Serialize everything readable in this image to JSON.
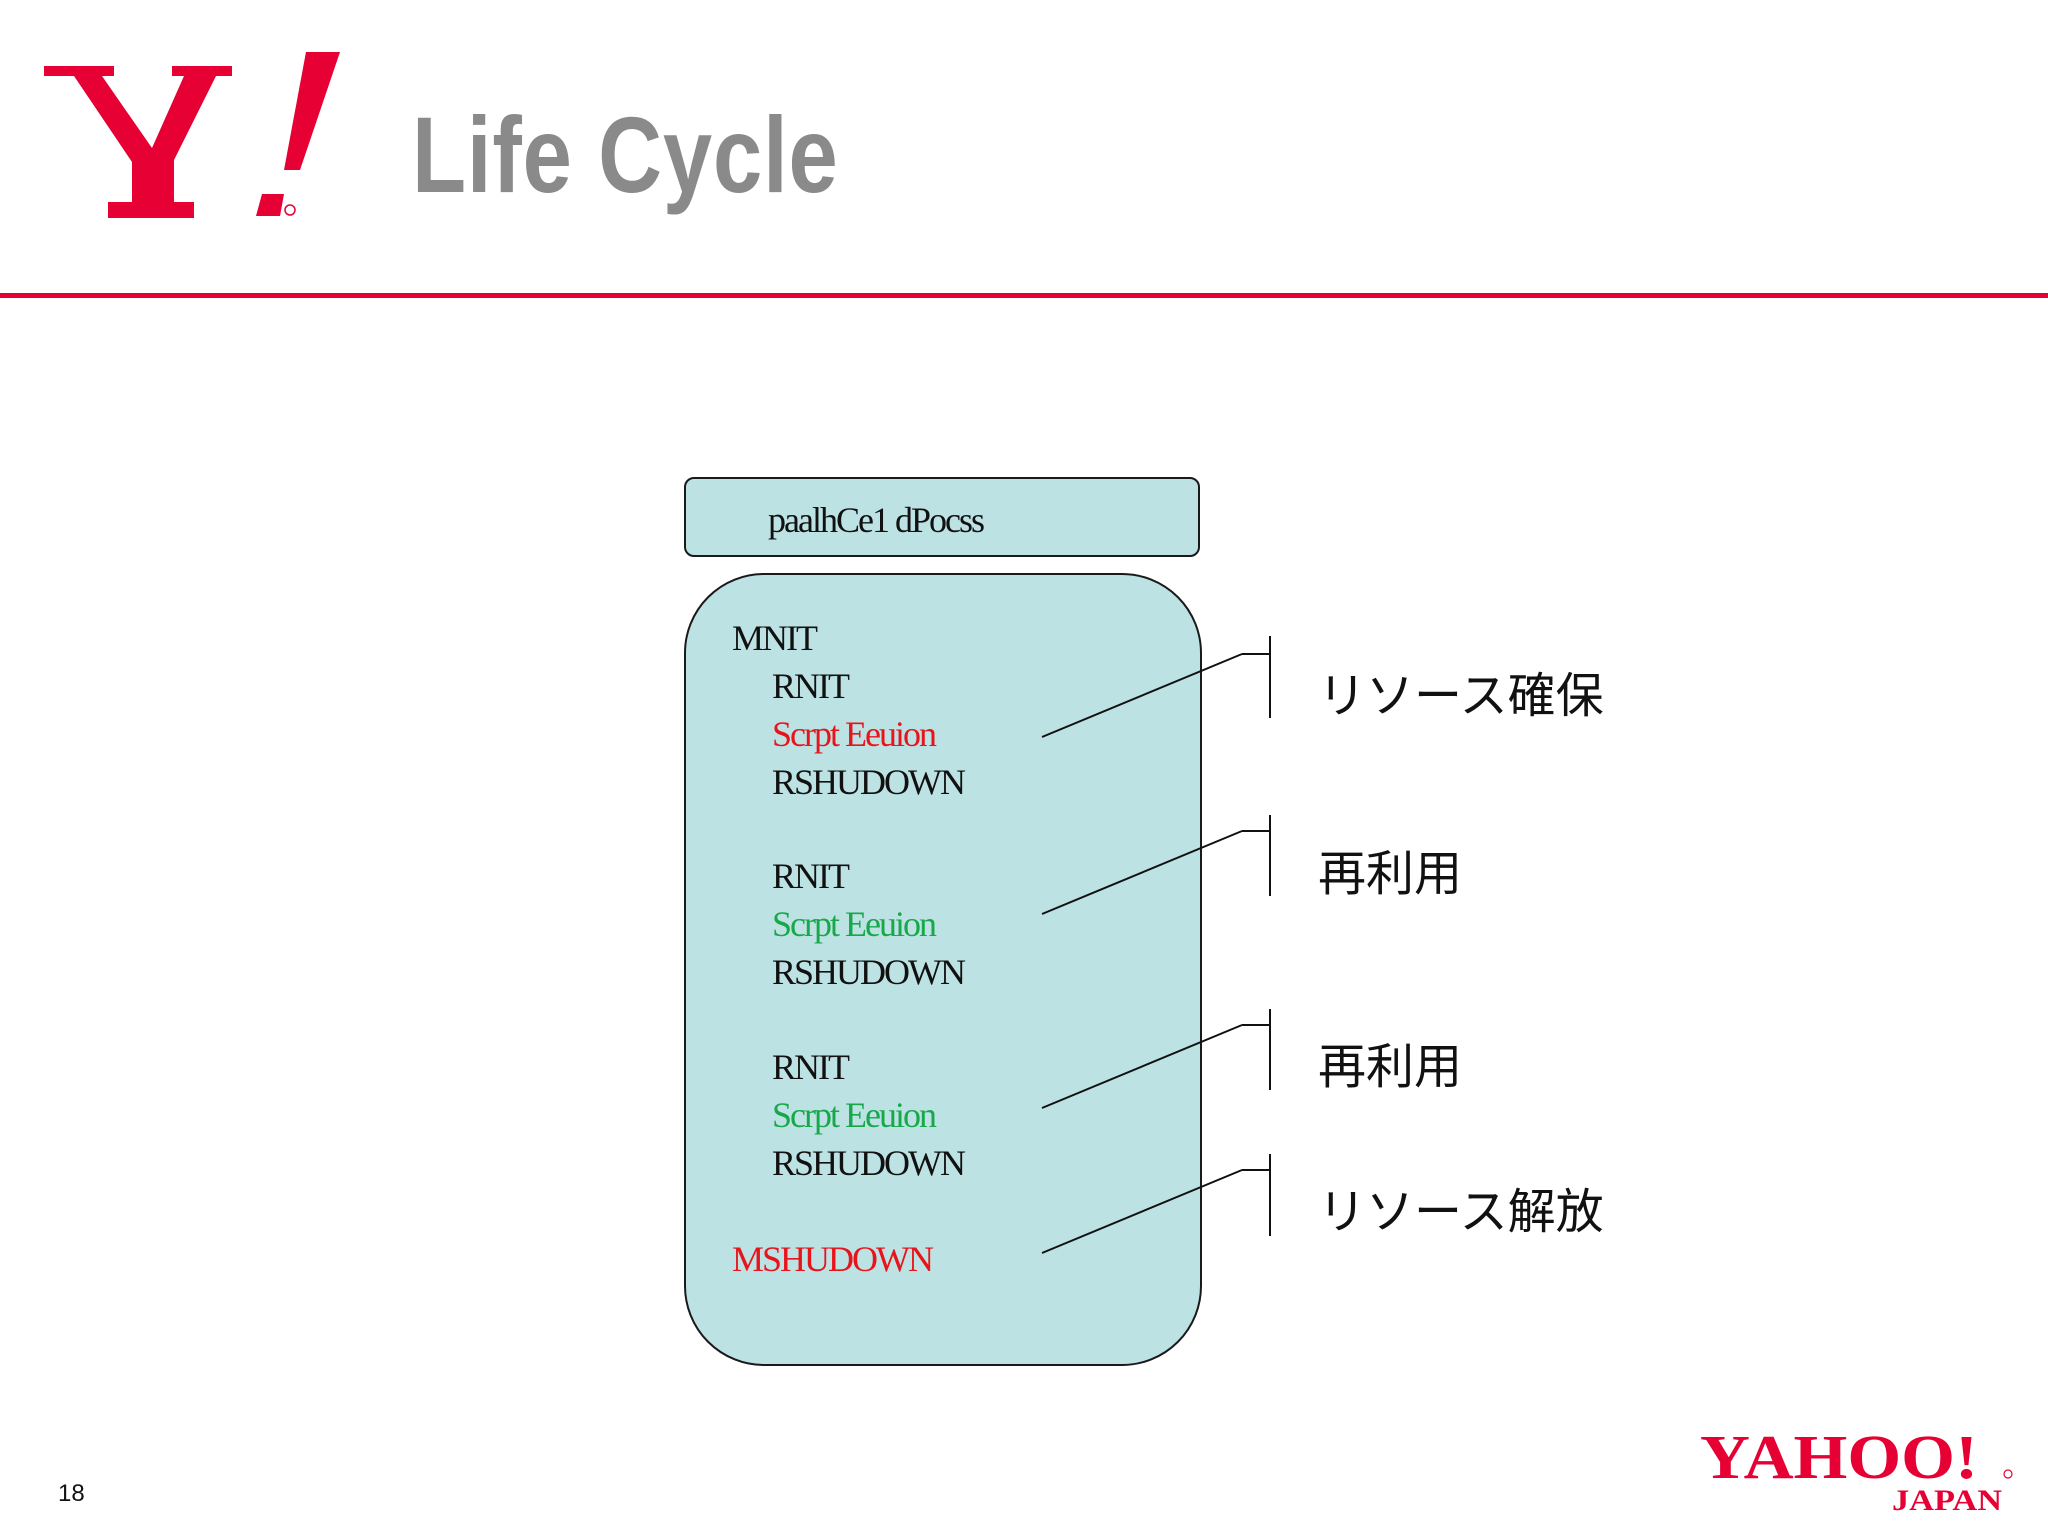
{
  "slide": {
    "title": "Life Cycle",
    "page_number": "18",
    "brand_color": "#e60033"
  },
  "logos": {
    "top_left": {
      "icon": "yahoo-y-logo-icon",
      "text": "Y!"
    },
    "bottom_right": {
      "icon": "yahoo-japan-logo-icon",
      "text": "YAHOO!",
      "subtext": "JAPAN"
    }
  },
  "process_box": {
    "label": "paalhCe1 dPocss"
  },
  "lifecycle": {
    "steps": [
      {
        "text": "MNIT",
        "color": "#111111"
      },
      {
        "text": "RNIT",
        "color": "#111111"
      },
      {
        "text": "Scrpt Eeuion",
        "color": "#e8141b"
      },
      {
        "text": "RSHUDOWN",
        "color": "#111111"
      },
      {
        "text": "RNIT",
        "color": "#111111"
      },
      {
        "text": "Scrpt Eeuion",
        "color": "#17a84a"
      },
      {
        "text": "RSHUDOWN",
        "color": "#111111"
      },
      {
        "text": "RNIT",
        "color": "#111111"
      },
      {
        "text": "Scrpt Eeuion",
        "color": "#17a84a"
      },
      {
        "text": "RSHUDOWN",
        "color": "#111111"
      },
      {
        "text": "MSHUDOWN",
        "color": "#e8141b"
      }
    ]
  },
  "phases": [
    {
      "label": "リソース確保"
    },
    {
      "label": "再利用"
    },
    {
      "label": "再利用"
    },
    {
      "label": "リソース解放"
    }
  ]
}
